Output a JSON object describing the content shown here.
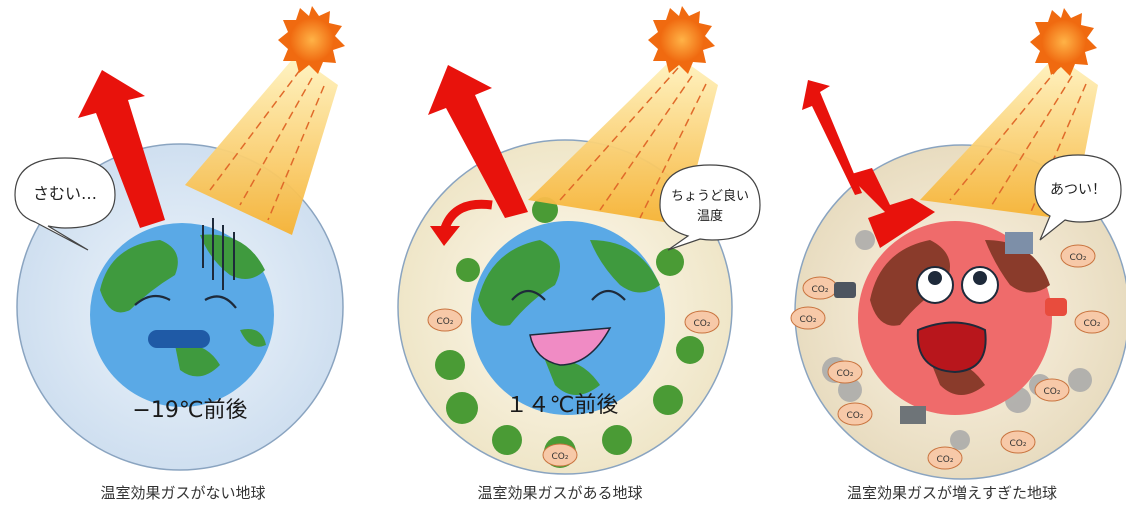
{
  "panels": [
    {
      "speech": [
        "さむい…"
      ],
      "temperature": "−19℃前後",
      "caption": "温室効果ガスがない地球",
      "earth_color": "#5aa9e6",
      "ring_color": "#dce9f5"
    },
    {
      "speech": [
        "ちょうど良い",
        "温度"
      ],
      "temperature": "１４℃前後",
      "caption": "温室効果ガスがある地球",
      "earth_color": "#5aa9e6",
      "ring_color": "#f7f1dc",
      "co2_label": "CO₂"
    },
    {
      "speech": [
        "あつい！"
      ],
      "caption": "温室効果ガスが増えすぎた地球",
      "earth_color": "#ef6b6b",
      "ring_color": "#f4ecd6",
      "co2_label": "CO₂"
    }
  ],
  "colors": {
    "sun": "#f06a10",
    "sun_ray": "#f8c23a",
    "arrow": "#e8120c",
    "land": "#3f9a3e",
    "land_hot": "#8a3b2b"
  }
}
